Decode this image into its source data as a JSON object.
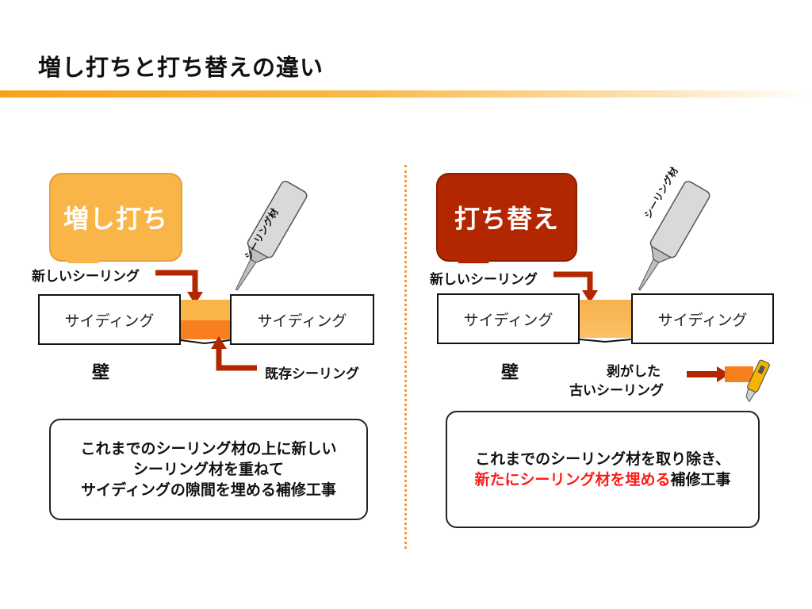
{
  "title": "増し打ちと打ち替えの違い",
  "colors": {
    "title_bar": "#f7a21b",
    "add_callout": "#f9b548",
    "replace_callout": "#b22700",
    "arrow": "#b22700",
    "highlight_text": "#ff1a1a",
    "new_sealant": "#f9b548",
    "existing_sealant": "#f77f1e",
    "divider": "#f59a3a"
  },
  "left": {
    "callout": "増し打ち",
    "new_sealant_label": "新しいシーリング",
    "siding_left": "サイディング",
    "siding_right": "サイディング",
    "existing_sealant_label": "既存シーリング",
    "wall_label": "壁",
    "gun_label": "シーリング材",
    "description": {
      "line1": "これまでのシーリング材の上に新しい",
      "line2": "シーリング材を重ねて",
      "line3": "サイディングの隙間を埋める補修工事"
    }
  },
  "right": {
    "callout": "打ち替え",
    "new_sealant_label": "新しいシーリング",
    "siding_left": "サイディング",
    "siding_right": "サイディング",
    "wall_label": "壁",
    "gun_label": "シーリング材",
    "removed_label_line1": "剥がした",
    "removed_label_line2": "古いシーリング",
    "description": {
      "line1": "これまでのシーリング材を取り除き、",
      "line2_highlight": "新たにシーリング材を埋める",
      "line2_rest": "補修工事"
    }
  },
  "icons": [
    "sealant-gun-icon",
    "arrow-icon",
    "cutter-knife-icon"
  ]
}
